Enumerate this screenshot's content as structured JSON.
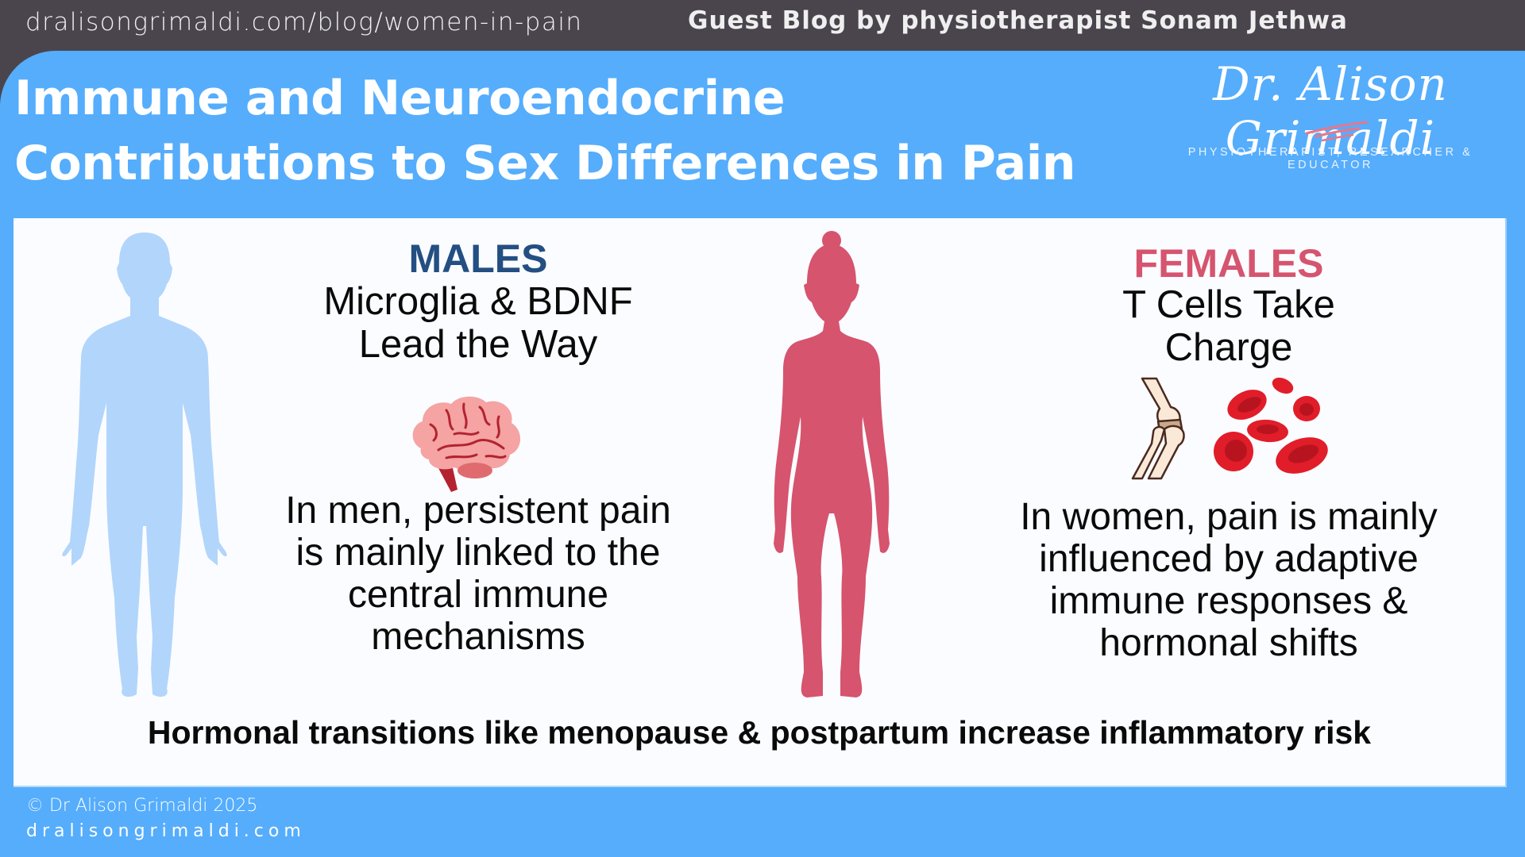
{
  "topbar": {
    "url": "dralisongrimaldi.com/blog/women-in-pain",
    "guest_credit": "Guest Blog by physiotherapist Sonam Jethwa"
  },
  "header": {
    "title_line1": "Immune and Neuroendocrine",
    "title_line2": "Contributions to Sex Differences in Pain"
  },
  "logo": {
    "name": "Dr. Alison Grimaldi",
    "tagline": "PHYSIOTHERAPIST, RESEARCHER & EDUCATOR"
  },
  "males": {
    "heading": "MALES",
    "subtitle_line1": "Microglia & BDNF",
    "subtitle_line2": "Lead the Way",
    "body_lines": [
      "In men, persistent pain",
      "is mainly linked to the",
      "central immune",
      "mechanisms"
    ],
    "icon": "brain-icon",
    "figure": "male-silhouette-icon"
  },
  "females": {
    "heading": "FEMALES",
    "subtitle_line1": "T Cells Take",
    "subtitle_line2": "Charge",
    "body_lines": [
      "In women, pain is mainly",
      "influenced by adaptive",
      "immune responses &",
      "hormonal shifts"
    ],
    "icons": [
      "knee-joint-icon",
      "red-blood-cells-icon"
    ],
    "figure": "female-silhouette-icon"
  },
  "bottom_note": "Hormonal transitions like menopause & postpartum increase inflammatory risk",
  "footer": {
    "copyright": "© Dr Alison Grimaldi 2025",
    "site": "dralisongrimaldi.com"
  },
  "colors": {
    "topbar": "#4a454d",
    "panel_blue": "#55adfc",
    "card_bg": "#fbfcff",
    "male_heading": "#234f82",
    "male_figure": "#b2d5fb",
    "female_heading": "#d6546e",
    "female_figure": "#d6546e"
  }
}
